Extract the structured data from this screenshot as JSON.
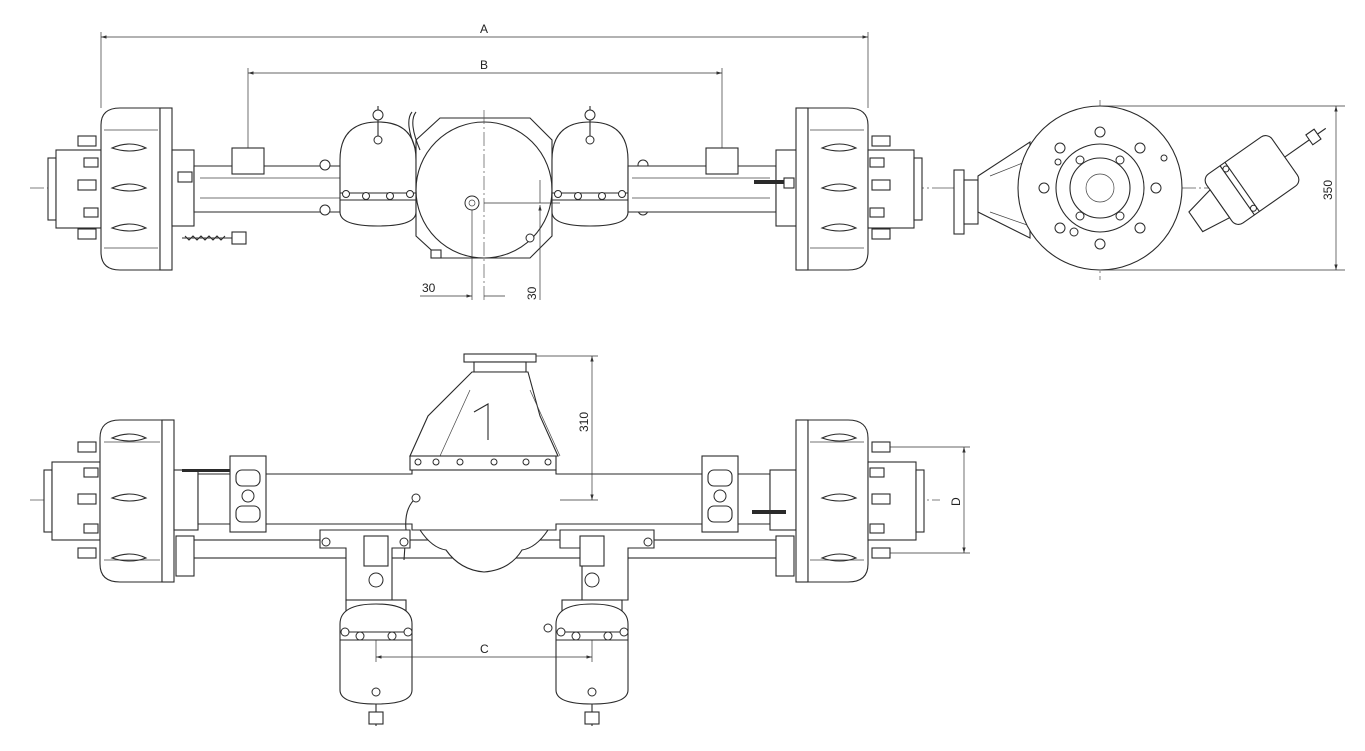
{
  "drawing": {
    "dimensions": {
      "a": "A",
      "b": "B",
      "c": "C",
      "d": "D",
      "h350": "350",
      "h310": "310",
      "w30a": "30",
      "w30b": "30"
    }
  },
  "colors": {
    "line": "#2a2a2a",
    "background": "#ffffff"
  }
}
